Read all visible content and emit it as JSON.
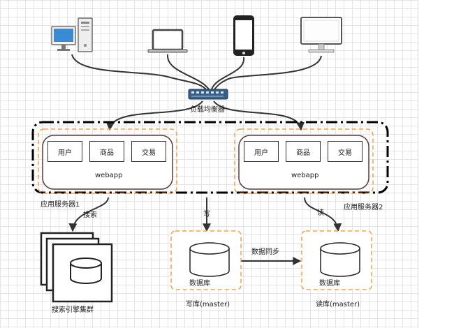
{
  "devices": [
    {
      "name": "desktop-pc"
    },
    {
      "name": "laptop"
    },
    {
      "name": "smartphone"
    },
    {
      "name": "monitor"
    }
  ],
  "load_balancer": {
    "label": "负载均衡器"
  },
  "servers": [
    {
      "modules": [
        "用户",
        "商品",
        "交易"
      ],
      "app_label": "webapp",
      "caption": "应用服务器1"
    },
    {
      "modules": [
        "用户",
        "商品",
        "交易"
      ],
      "app_label": "webapp",
      "caption": "应用服务器2"
    }
  ],
  "edges": {
    "search": "搜索",
    "write": "写",
    "read": "读",
    "sync": "数据同步"
  },
  "search_cluster": {
    "caption": "搜索引擎集群"
  },
  "databases": [
    {
      "label": "数据库",
      "caption": "写库(master)"
    },
    {
      "label": "数据库",
      "caption": "读库(master)"
    }
  ],
  "colors": {
    "dashed_border": "#f5a04a",
    "frame": "#000000",
    "inner_frame": "#5a3a3a",
    "grid": "#e4e4e4"
  }
}
